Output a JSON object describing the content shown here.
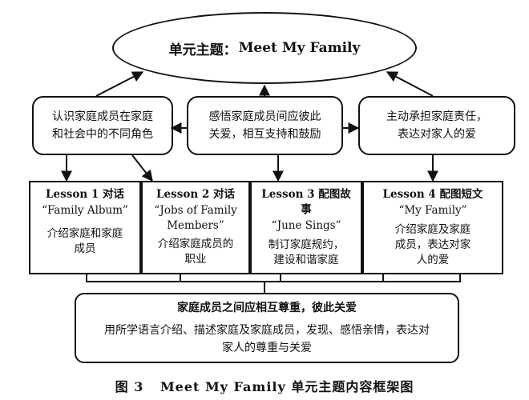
{
  "title": {
    "prefix": "单元主题：",
    "theme": "Meet My Family"
  },
  "goals": [
    {
      "line1": "认识家庭成员在家庭",
      "line2": "和社会中的不同角色"
    },
    {
      "line1": "感悟家庭成员间应彼此",
      "line2": "关爱，相互支持和鼓励"
    },
    {
      "line1": "主动承担家庭责任，",
      "line2": "表达对家人的爱"
    }
  ],
  "lessons": [
    {
      "head": "Lesson 1 对话",
      "text_lines": [
        "“Family Album”"
      ],
      "desc_lines": [
        "介绍家庭和家庭",
        "成员"
      ]
    },
    {
      "head": "Lesson 2 对话",
      "text_lines": [
        "“Jobs of Family",
        "Members”"
      ],
      "desc_lines": [
        "介绍家庭成员的",
        "职业"
      ]
    },
    {
      "head": "Lesson 3 配图故事",
      "text_lines": [
        "“June Sings”"
      ],
      "desc_lines": [
        "制订家庭规约，",
        "建设和谐家庭"
      ]
    },
    {
      "head": "Lesson 4 配图短文",
      "text_lines": [
        "“My Family”"
      ],
      "desc_lines": [
        "介绍家庭及家庭",
        "成员，表达对家",
        "人的爱"
      ]
    }
  ],
  "summary": {
    "bold": "家庭成员之间应相互尊重，彼此关爱",
    "line1": "用所学语言介绍、描述家庭及家庭成员，发现、感悟亲情，表达对",
    "line2": "家人的尊重与关爱"
  },
  "caption": {
    "figure": "图 3",
    "text": "Meet My Family 单元主题内容框架图"
  }
}
